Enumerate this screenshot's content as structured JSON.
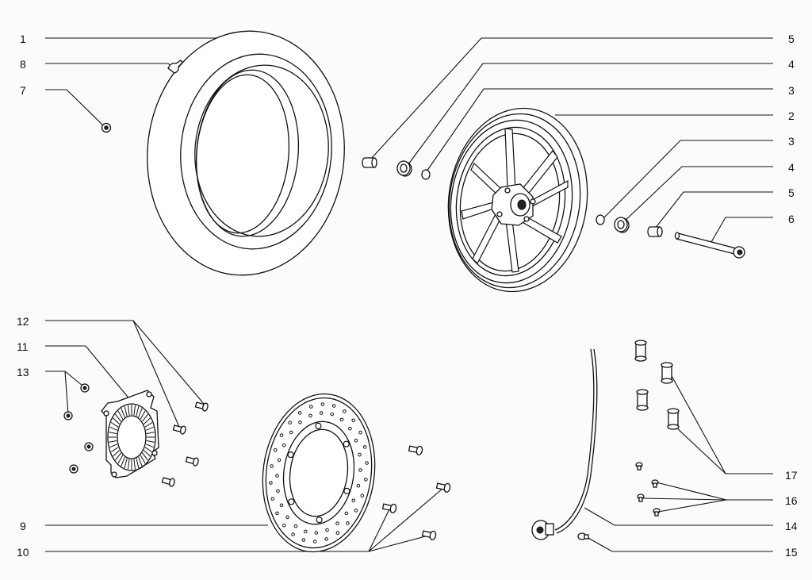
{
  "callouts": [
    {
      "label": "1"
    },
    {
      "label": "8"
    },
    {
      "label": "7"
    },
    {
      "label": "5"
    },
    {
      "label": "4"
    },
    {
      "label": "3"
    },
    {
      "label": "2"
    },
    {
      "label": "3"
    },
    {
      "label": "4"
    },
    {
      "label": "5"
    },
    {
      "label": "6"
    },
    {
      "label": "12"
    },
    {
      "label": "11"
    },
    {
      "label": "13"
    },
    {
      "label": "9"
    },
    {
      "label": "10"
    },
    {
      "label": "17"
    },
    {
      "label": "16"
    },
    {
      "label": "14"
    },
    {
      "label": "15"
    }
  ],
  "colors": {
    "line": "#111111",
    "background": "#fbfbf9"
  }
}
